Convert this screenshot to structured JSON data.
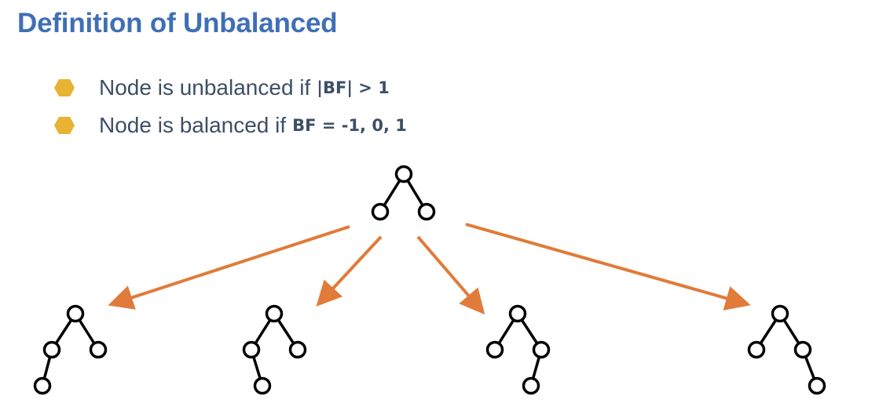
{
  "title": "Definition of Unbalanced",
  "bullets": [
    {
      "text": "Node is unbalanced if",
      "code": "|BF| > 1"
    },
    {
      "text": "Node is balanced if",
      "code": "BF = -1, 0, 1"
    }
  ],
  "colors": {
    "title": "#3f6fb5",
    "bullet_marker": "#e8b232",
    "body_text": "#3d4f66",
    "arrow": "#e07b39",
    "tree_stroke": "#000000"
  },
  "icons": {
    "bullet": "hexagon-bullet-icon"
  }
}
